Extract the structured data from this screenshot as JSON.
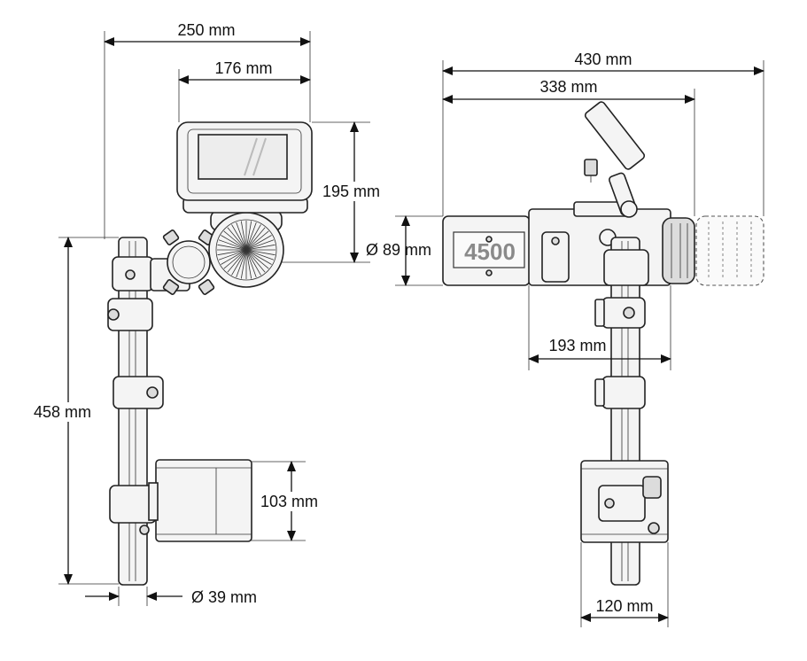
{
  "dimensions": {
    "width_total": "250 mm",
    "width_display": "176 mm",
    "display_height": "195 mm",
    "speaker_diameter": "Ø 89 mm",
    "pole_height": "458 mm",
    "battery_height": "103 mm",
    "pole_diameter": "Ø 39 mm",
    "side_total": "430 mm",
    "side_body": "338 mm",
    "side_offset": "193 mm",
    "battery_width": "120 mm"
  },
  "labels": {
    "model": "4500"
  },
  "colors": {
    "line": "#111111",
    "part_fill": "#f4f4f4",
    "model_text": "#8a8a8a"
  }
}
